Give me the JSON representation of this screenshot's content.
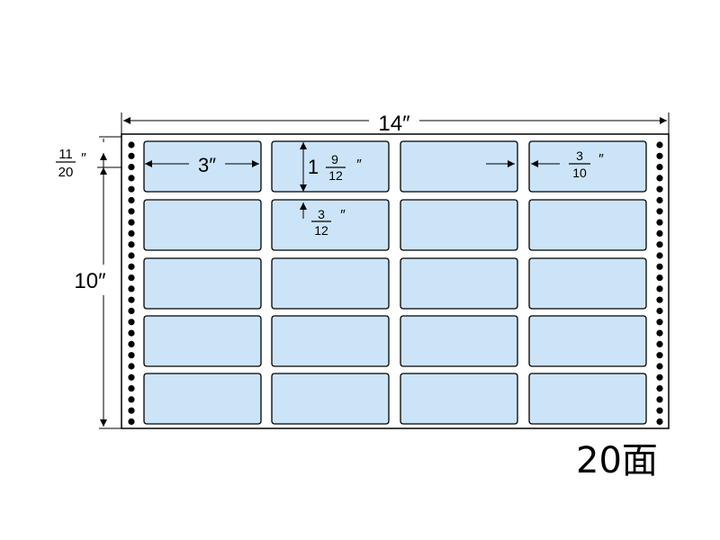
{
  "sheet": {
    "width_label": "14″",
    "height_label": "10″",
    "top_margin": {
      "numerator": "11",
      "denominator": "20",
      "unit": "″"
    },
    "label_width_label": "3″",
    "label_height": {
      "whole": "1",
      "numerator": "9",
      "denominator": "12",
      "unit": "″"
    },
    "vertical_gap": {
      "numerator": "3",
      "denominator": "12",
      "unit": "″"
    },
    "horizontal_gap": {
      "numerator": "3",
      "denominator": "10",
      "unit": "″"
    },
    "rows": 5,
    "columns": 4
  },
  "colors": {
    "label_fill": "#cce4f7",
    "outline": "#000000",
    "sheet_background": "#ffffff"
  },
  "face_count_label": "20面"
}
